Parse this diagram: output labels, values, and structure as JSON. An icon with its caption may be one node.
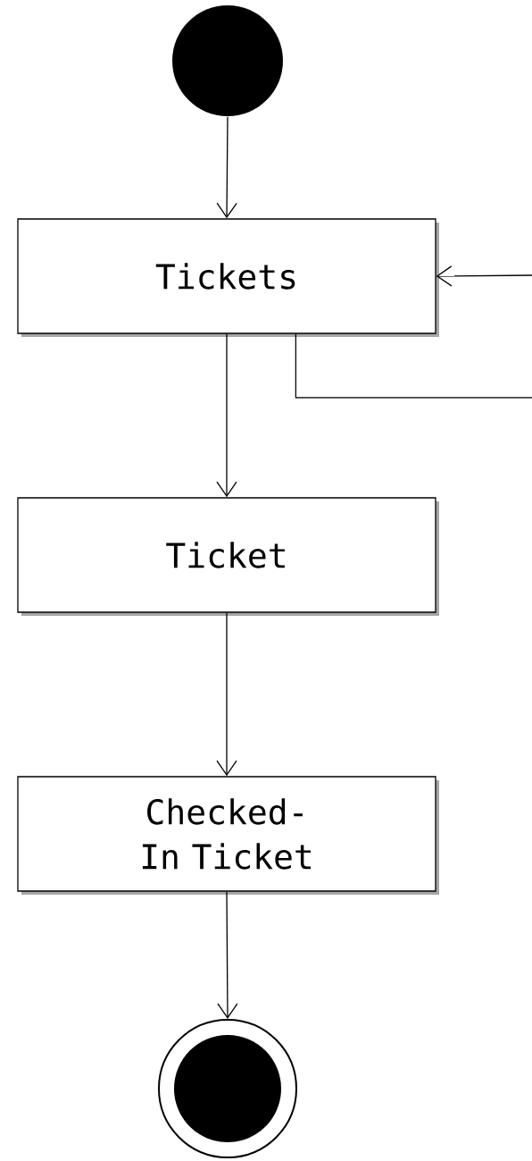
{
  "diagram": {
    "nodes": [
      {
        "text": [],
        "shape": "circle"
      },
      {
        "text": [
          "Tickets"
        ]
      },
      {
        "text": [
          "Ticket"
        ]
      },
      {
        "text": [
          "Checked-In Ticket"
        ]
      },
      {
        "text": [],
        "shape": "bullseye"
      }
    ],
    "edges": [
      {
        "from": 0,
        "to": 1,
        "arrow": "to"
      },
      {
        "from": 1,
        "to": 2,
        "arrow": "to"
      },
      {
        "from": 2,
        "to": 3,
        "arrow": "to"
      },
      {
        "from": 3,
        "to": 4,
        "arrow": "to"
      },
      {
        "from": 1,
        "to": null,
        "arrow": "none"
      },
      {
        "from": null,
        "to": 1,
        "arrow": "to"
      }
    ]
  }
}
